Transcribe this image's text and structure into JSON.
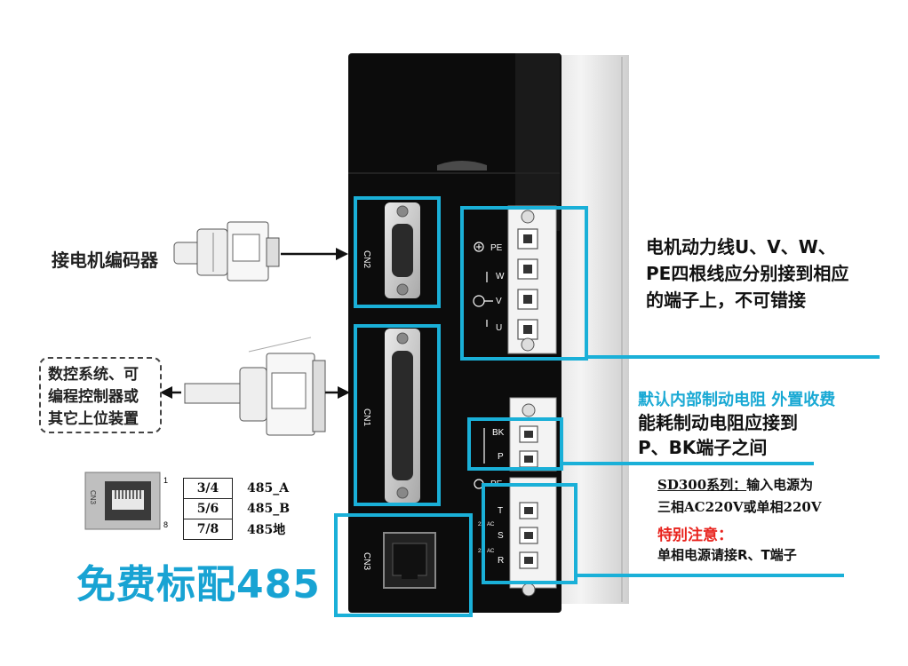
{
  "labels": {
    "encoder": "接电机编码器",
    "cnc_lines": [
      "数控系统、可",
      "编程控制器或",
      "其它上位装置"
    ],
    "motor_note": "电机动力线U、V、W、PE四根线应分别接到相应的端子上，不可错接",
    "brake_cyan": "默认内部制动电阻 外置收费",
    "brake_note": "能耗制动电阻应接到P、BK端子之间",
    "power_series": "SD300系列：",
    "power_series_rest": "输入电源为",
    "power_line2": "三相AC220V或单相220V",
    "special": "特别注意：",
    "power_line3": "单相电源请接R、T端子",
    "promo": "免费标配485"
  },
  "connectors": {
    "cn1": "CN1",
    "cn2": "CN2",
    "cn3": "CN3"
  },
  "terminals": {
    "motor": [
      "PE",
      "W",
      "V",
      "U"
    ],
    "brake": [
      "BK",
      "P"
    ],
    "power": [
      "PE",
      "T",
      "S",
      "R"
    ],
    "power_marks": [
      "AC",
      "AC"
    ],
    "power_nums": [
      "22",
      "22"
    ]
  },
  "rj45_pins": {
    "top": "1",
    "bottom": "8",
    "label": "CN3"
  },
  "pin_table": [
    {
      "pins": "3/4",
      "signal": "485_A"
    },
    {
      "pins": "5/6",
      "signal": "485_B"
    },
    {
      "pins": "7/8",
      "signal": "485地"
    }
  ],
  "colors": {
    "highlight": "#1ab0d8",
    "cyan_text": "#19a9d4",
    "red": "#e8231d",
    "device": "#0c0c0c"
  }
}
